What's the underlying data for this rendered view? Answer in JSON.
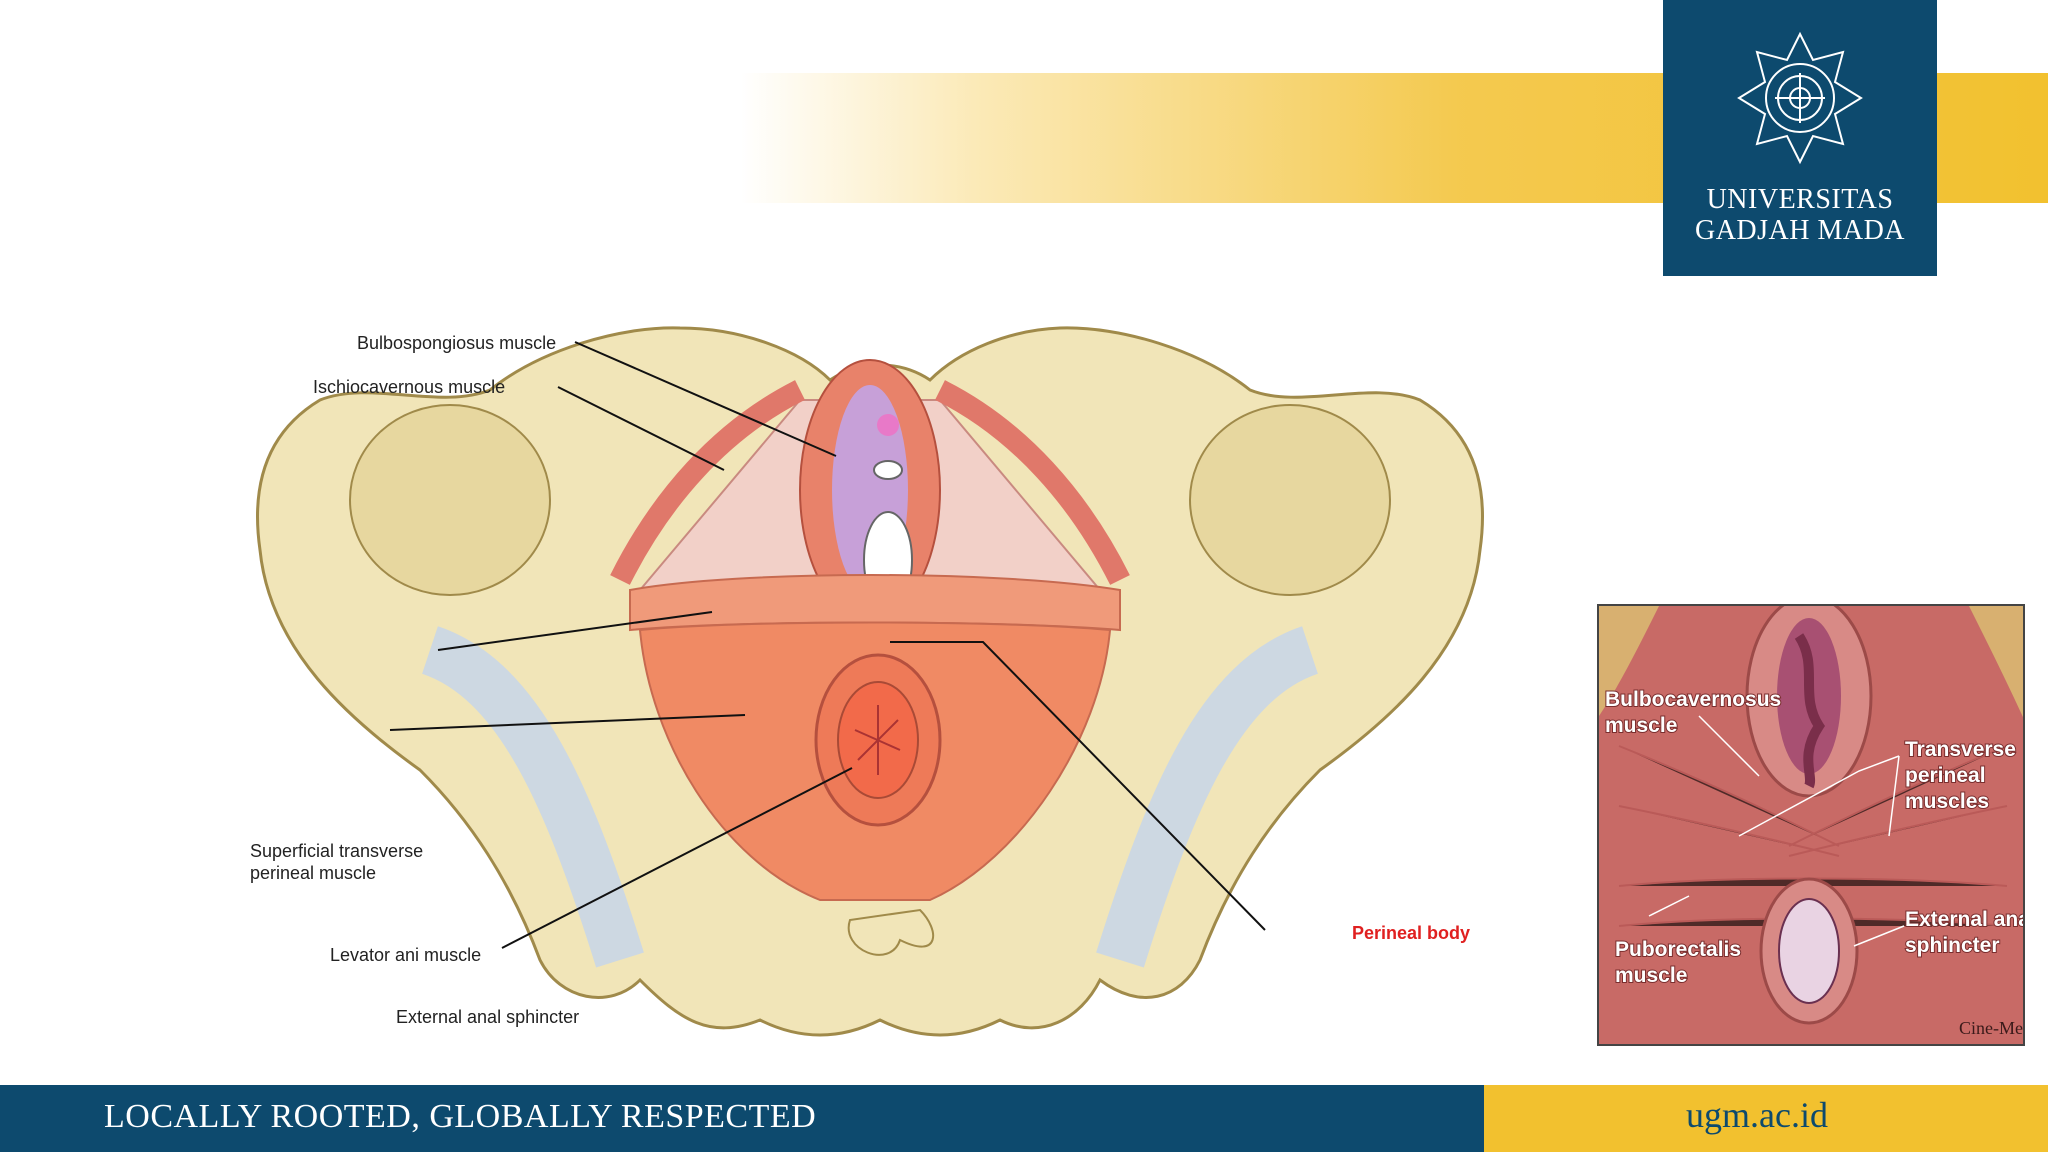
{
  "header": {
    "university_line1": "UNIVERSITAS",
    "university_line2": "GADJAH MADA"
  },
  "main_figure": {
    "labels": {
      "bulbospongiosus": "Bulbospongiosus muscle",
      "ischiocavernous": "Ischiocavernous muscle",
      "superficial_1": "Superficial transverse",
      "superficial_2": "perineal muscle",
      "levator": "Levator ani muscle",
      "external_anal": "External anal sphincter",
      "perineal_body": "Perineal body"
    }
  },
  "inset_figure": {
    "labels": {
      "bulbo_1": "Bulbocavernosus",
      "bulbo_2": "muscle",
      "transverse_1": "Transverse",
      "transverse_2": "perineal",
      "transverse_3": "muscles",
      "ext_1": "External anal",
      "ext_2": "sphincter",
      "pubo_1": "Puborectalis",
      "pubo_2": "muscle",
      "signature": "Cine-Med"
    }
  },
  "footer": {
    "motto": "LOCALLY ROOTED, GLOBALLY RESPECTED",
    "url": "ugm.ac.id"
  },
  "colors": {
    "brand_blue": "#0d4a6e",
    "brand_gold": "#f2c12f",
    "highlight_red": "#e02020"
  }
}
